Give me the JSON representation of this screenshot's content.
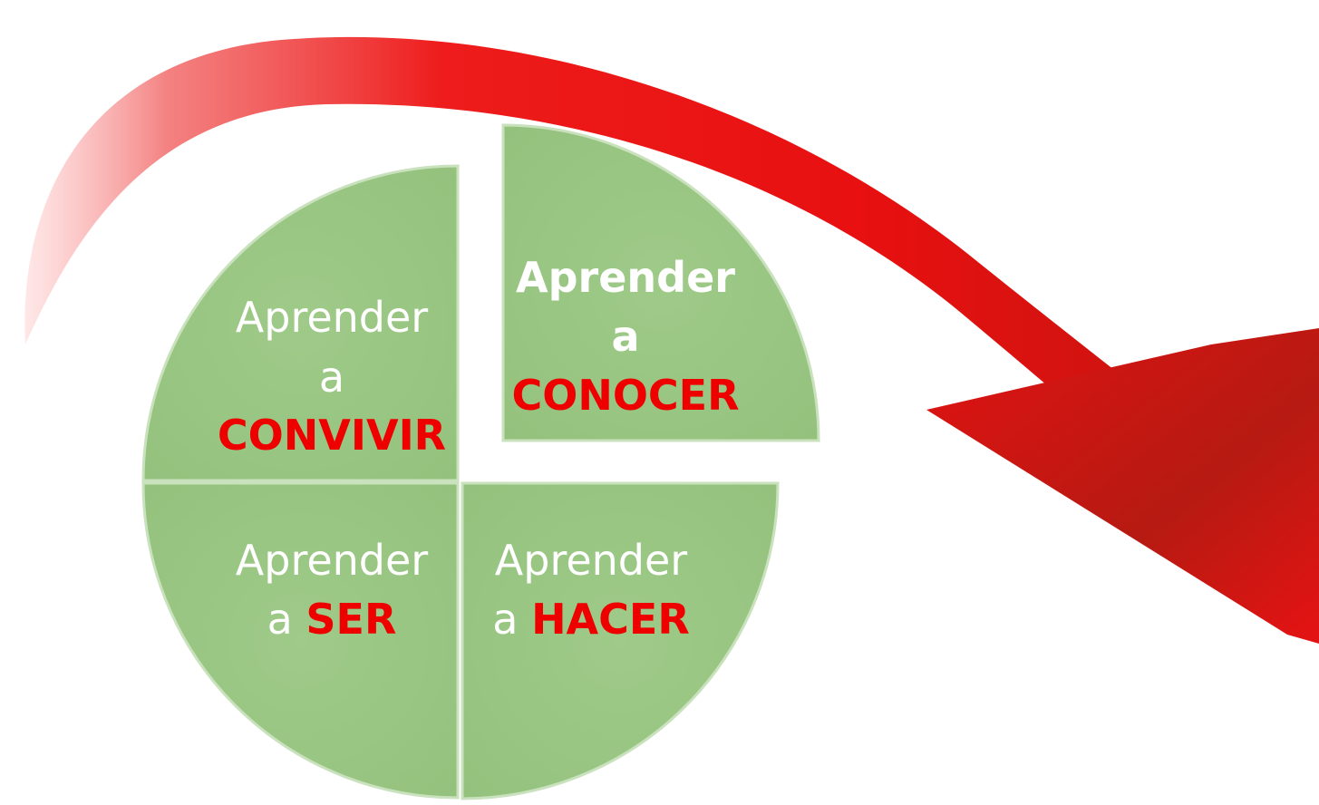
{
  "diagram": {
    "quadrants": [
      {
        "id": "conocer",
        "line1": "Aprender",
        "line2": "a",
        "keyword": "CONOCER"
      },
      {
        "id": "convivir",
        "line1": "Aprender",
        "line2": "a",
        "keyword": "CONVIVIR"
      },
      {
        "id": "ser",
        "line1": "Aprender",
        "line2": "a",
        "keyword": "SER"
      },
      {
        "id": "hacer",
        "line1": "Aprender",
        "line2": "a",
        "keyword": "HACER"
      }
    ]
  },
  "colors": {
    "quadrant_fill": "#9bc685",
    "quadrant_edge": "#c9e2bd",
    "arrow_red": "#ee1111",
    "arrow_dark": "#b01810",
    "keyword_red": "#ee0000",
    "label_white": "#ffffff"
  }
}
